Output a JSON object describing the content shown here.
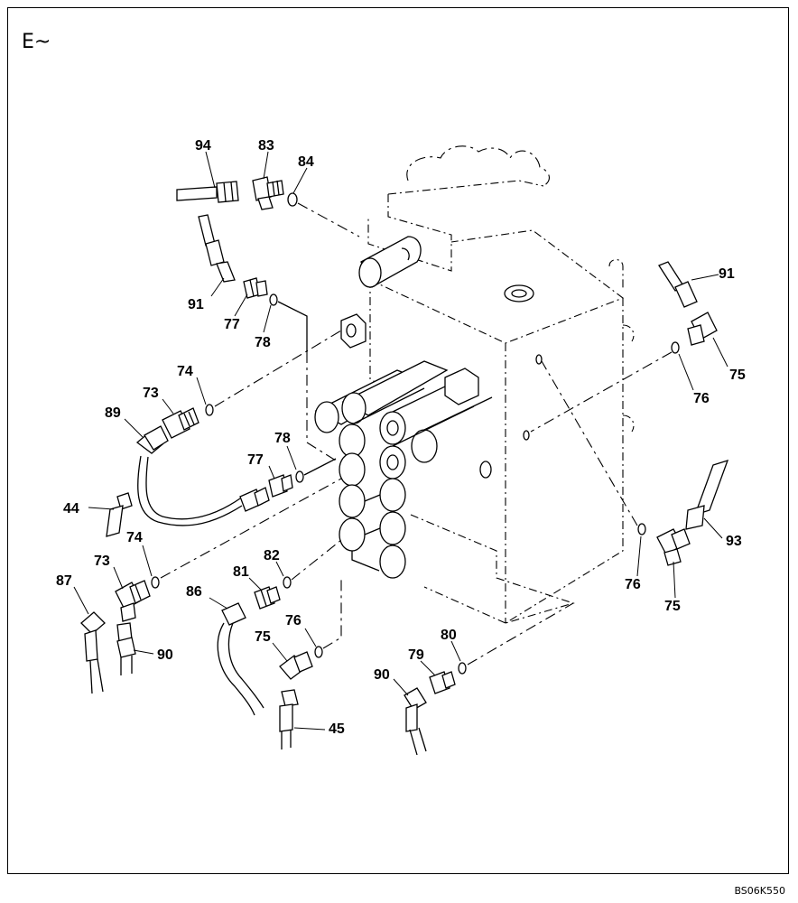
{
  "header": {
    "section_label": "E~"
  },
  "footer": {
    "drawing_code": "BS06K550"
  },
  "callouts": {
    "p94": "94",
    "p83": "83",
    "p84": "84",
    "p91a": "91",
    "p77a": "77",
    "p78a": "78",
    "p74a": "74",
    "p73a": "73",
    "p89": "89",
    "p78b": "78",
    "p77b": "77",
    "p44": "44",
    "p74b": "74",
    "p73b": "73",
    "p87": "87",
    "p90a": "90",
    "p82": "82",
    "p81": "81",
    "p86": "86",
    "p76a": "76",
    "p75a": "75",
    "p45": "45",
    "p80": "80",
    "p79": "79",
    "p90b": "90",
    "p91b": "91",
    "p75b": "75",
    "p76b": "76",
    "p93": "93",
    "p76c": "76",
    "p75c": "75"
  }
}
